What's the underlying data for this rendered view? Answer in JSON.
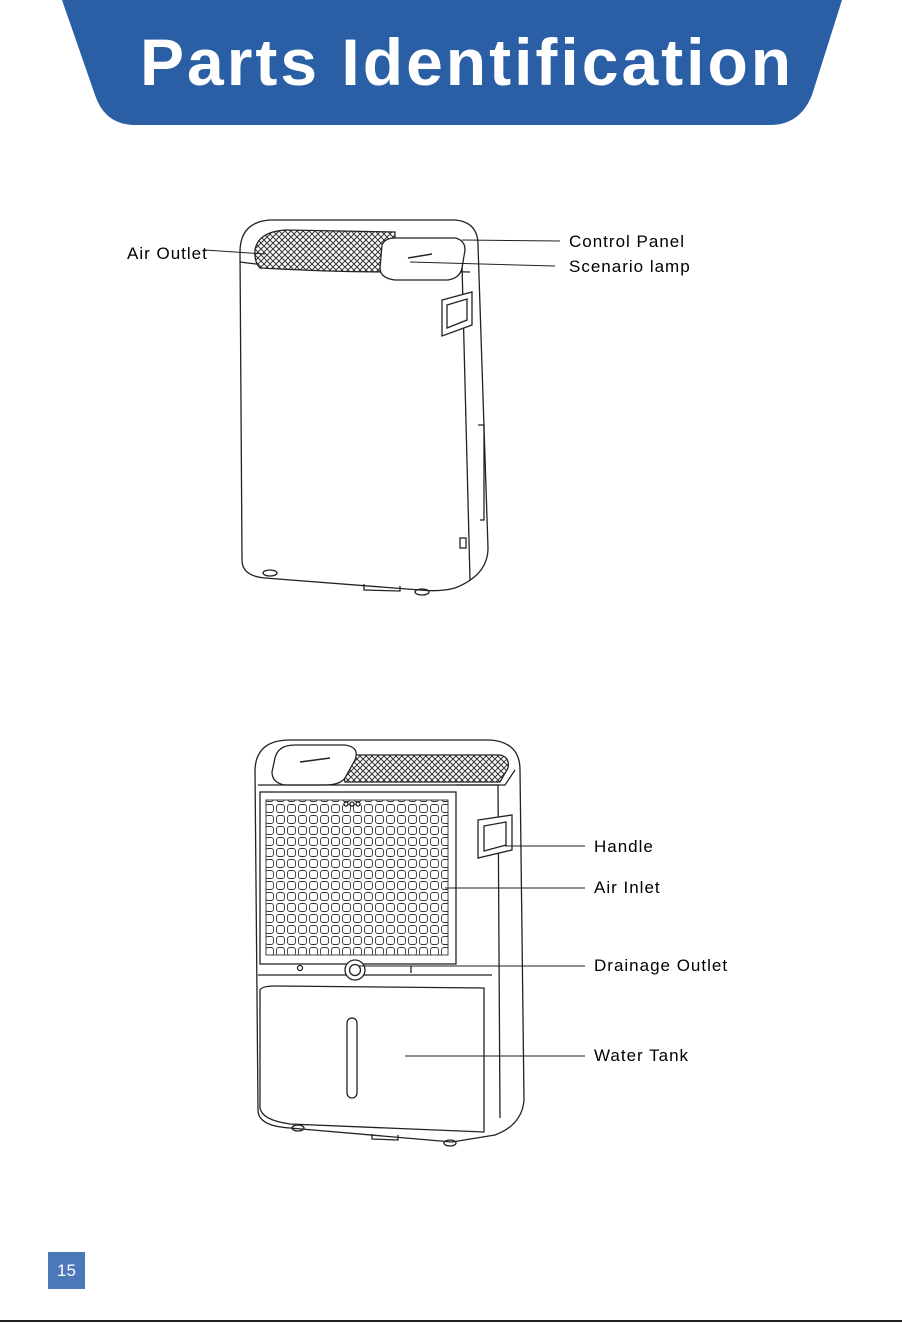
{
  "header": {
    "title": "Parts Identification",
    "brand_color": "#2a5fa6"
  },
  "top_view": {
    "labels": {
      "air_outlet": "Air Outlet",
      "control_panel": "Control Panel",
      "scenario_lamp": "Scenario lamp"
    }
  },
  "front_view": {
    "labels": {
      "handle": "Handle",
      "air_inlet": "Air Inlet",
      "drainage_outlet": "Drainage Outlet",
      "water_tank": "Water Tank"
    }
  },
  "footer": {
    "page_number": "15",
    "page_color": "#4b78b8"
  }
}
